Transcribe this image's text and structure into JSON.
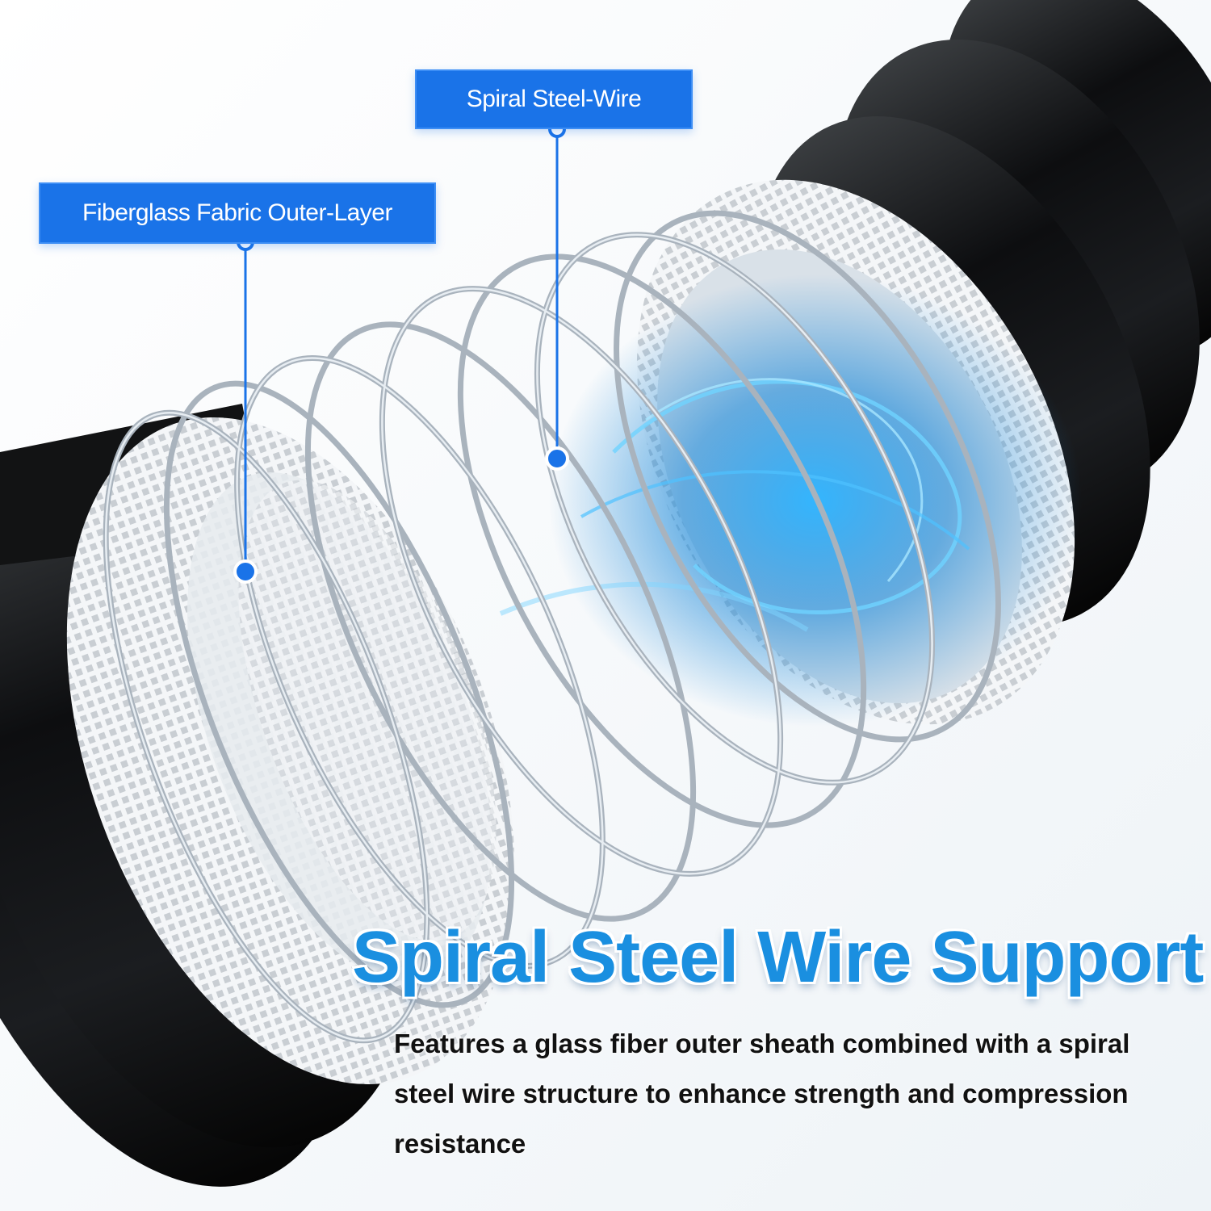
{
  "callouts": {
    "spiral_wire": "Spiral Steel-Wire",
    "fiberglass": "Fiberglass Fabric Outer-Layer"
  },
  "headline": "Spiral Steel Wire Support",
  "description": "Features a glass fiber outer sheath combined with a spiral steel wire structure to enhance strength and compression resistance",
  "colors": {
    "accent": "#1a73e8",
    "headline": "#1a8fe0",
    "duct_black": "#111111",
    "wire_silver": "#a9b3bd",
    "airflow_blue": "#1e9be8"
  }
}
